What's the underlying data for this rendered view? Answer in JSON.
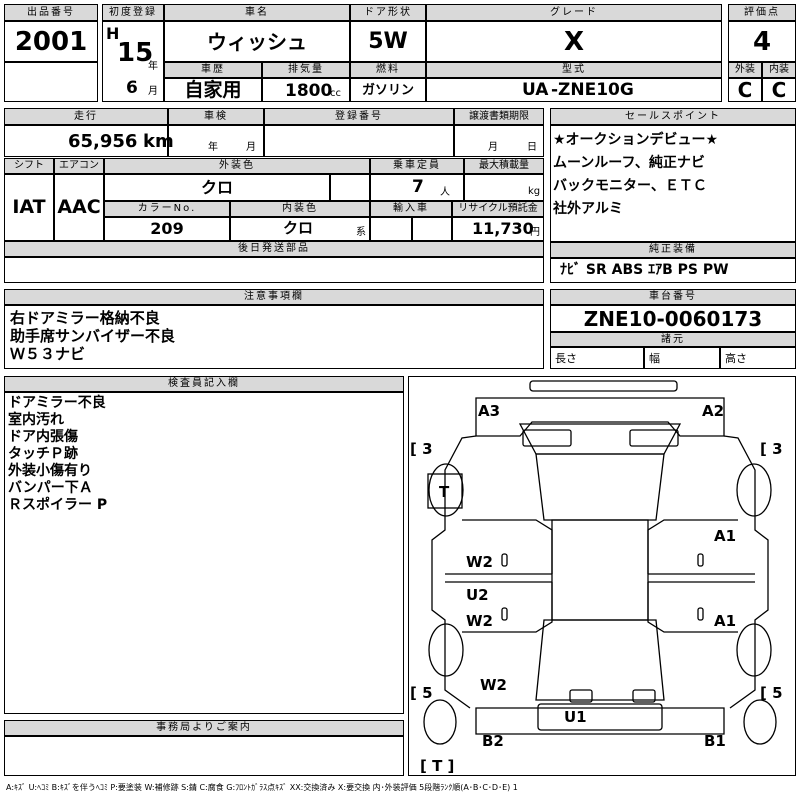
{
  "headers": {
    "lot_no": "出品番号",
    "first_reg": "初度登録",
    "car_name": "車名",
    "door": "ドア形状",
    "grade": "グレード",
    "score": "評価点",
    "exterior": "外装",
    "interior": "内装",
    "history": "車歴",
    "displacement": "排気量",
    "fuel": "燃料",
    "model": "型式",
    "mileage": "走行",
    "inspection": "車検",
    "reg_no": "登録番号",
    "transfer": "譲渡書類期限",
    "sales_point": "セールスポイント",
    "shift": "シフト",
    "aircon": "エアコン",
    "ext_color": "外装色",
    "capacity": "乗車定員",
    "max_load": "最大積載量",
    "color_no": "カラーNo.",
    "int_color": "内装色",
    "import": "輸入車",
    "recycle": "リサイクル預託金",
    "later_parts": "後日発送部品",
    "genuine": "純正装備",
    "notes": "注意事項欄",
    "chassis": "車台番号",
    "specs": "諸元",
    "inspector": "検査員記入欄",
    "office": "事務局よりご案内"
  },
  "values": {
    "lot_no": "2001",
    "era": "H",
    "year": "15",
    "year_unit": "年",
    "month": "6",
    "month_unit": "月",
    "car_name": "ウィッシュ",
    "door": "5W",
    "grade": "X",
    "score": "4",
    "exterior_grade": "C",
    "interior_grade": "C",
    "history": "自家用",
    "displacement": "1800",
    "displacement_unit": "cc",
    "fuel": "ガソリン",
    "model_prefix": "UA",
    "model": "-ZNE10G",
    "mileage": "65,956",
    "mileage_unit": "km",
    "insp_year": "年",
    "insp_month": "月",
    "transfer_month": "月",
    "transfer_day": "日",
    "shift": "IAT",
    "aircon": "AAC",
    "ext_color": "クロ",
    "capacity": "7",
    "capacity_unit": "人",
    "load_unit": "kg",
    "color_no": "209",
    "int_color": "クロ",
    "int_color_unit": "系",
    "recycle": "11,730",
    "recycle_unit": "円",
    "chassis": "ZNE10-0060173",
    "length": "長さ",
    "width": "幅",
    "height": "高さ"
  },
  "sales_points": [
    "★オークションデビュー★",
    "ムーンルーフ、純正ナビ",
    "バックモニター、ＥＴＣ",
    "社外アルミ"
  ],
  "genuine_equipment": "ﾅﾋﾞ SR ABS ｴｱB PS PW",
  "notes": [
    "右ドアミラー格納不良",
    "助手席サンバイザー不良",
    "Ｗ５３ナビ"
  ],
  "inspector_notes": [
    "ドアミラー不良",
    "室内汚れ",
    "ドア内張傷",
    "タッチＰ跡",
    "外装小傷有り",
    "バンパー下Ａ",
    "Ｒスポイラー P"
  ],
  "diagram_labels": {
    "a3": "A3",
    "a2": "A2",
    "left_3": "[ 3",
    "right_3": "[ 3",
    "trunk": "T",
    "w2_upper": "W2",
    "a1_upper": "A1",
    "u2": "U2",
    "w2_middle": "W2",
    "a1_lower": "A1",
    "w2_lower": "W2",
    "left_5": "[ 5",
    "right_5": "[ 5",
    "u1": "U1",
    "b2": "B2",
    "b1": "B1",
    "bottom_t": "[ T ]"
  },
  "legend": "A:ｷｽﾞ U:ﾍｺﾐ B:ｷｽﾞを伴うﾍｺﾐ P:要塗装 W:補修跡 S:錆 C:腐食 G:ﾌﾛﾝﾄｶﾞﾗｽ点ｷｽﾞ XX:交換済み X:要交換 内･外装評価 5段階ﾗﾝｸ順(A･B･C･D･E) 1"
}
